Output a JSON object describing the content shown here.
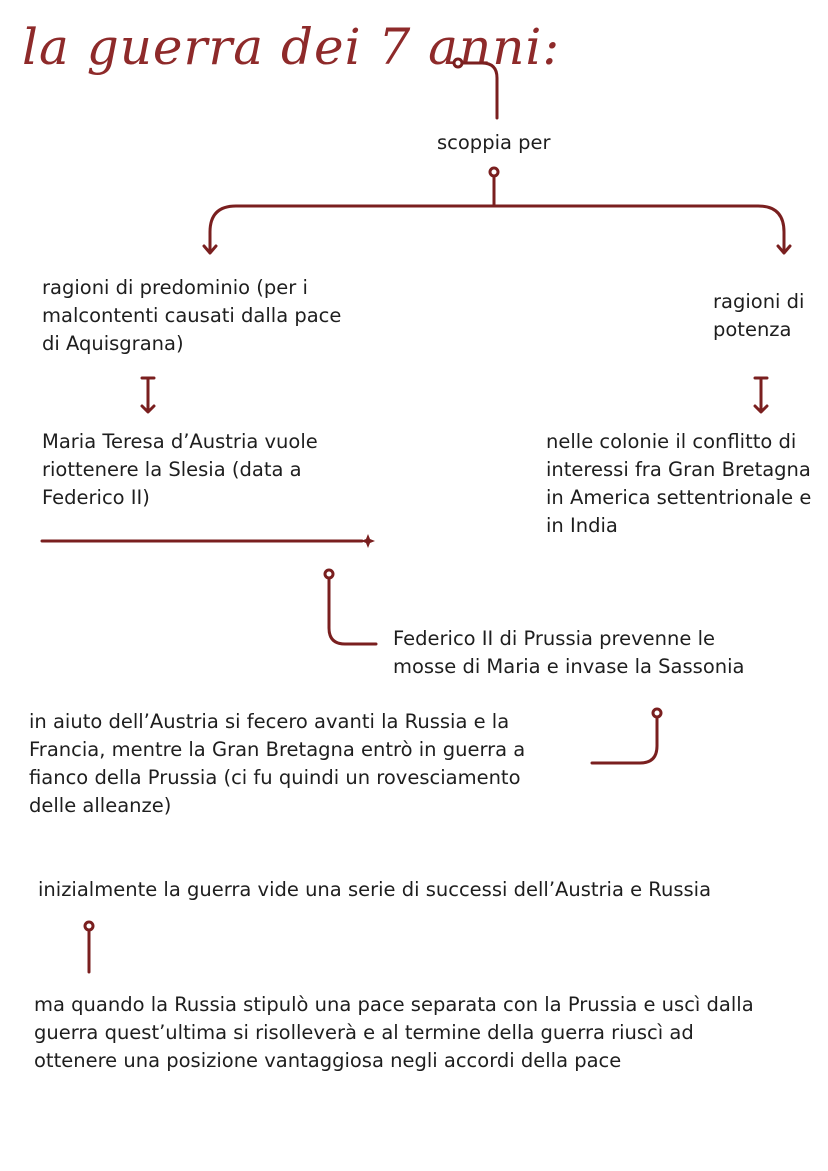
{
  "title": "la guerra dei 7 anni:",
  "nodes": {
    "root_label": "scoppia per",
    "left_cause": "ragioni di predominio (per i malcontenti causati dalla pace di Aquisgrana)",
    "right_cause": "ragioni di potenza",
    "left_effect": "Maria Teresa d’Austria vuole riottenere la Slesia (data a Federico II)",
    "right_effect": "nelle colonie il conflitto di interessi fra Gran Bretagna in America settentrionale e in India",
    "frederick": "Federico II di Prussia prevenne le mosse di Maria e invase la Sassonia",
    "alliances": "in aiuto dell’Austria si fecero avanti la Russia e la Francia, mentre la Gran Bretagna entrò in guerra a fianco della Prussia (ci fu quindi un rovesciamento delle alleanze)",
    "initial": "inizialmente la guerra vide una serie di successi dell’Austria e Russia",
    "ending": "ma quando la Russia stipulò una pace separata con la Prussia e uscì dalla guerra quest’ultima si risolleverà e al termine della guerra riuscì ad ottenere una posizione vantaggiosa negli accordi della pace"
  },
  "colors": {
    "accent": "#7a1f1f",
    "title": "#8e2a2a",
    "text": "#1e1e1e"
  }
}
